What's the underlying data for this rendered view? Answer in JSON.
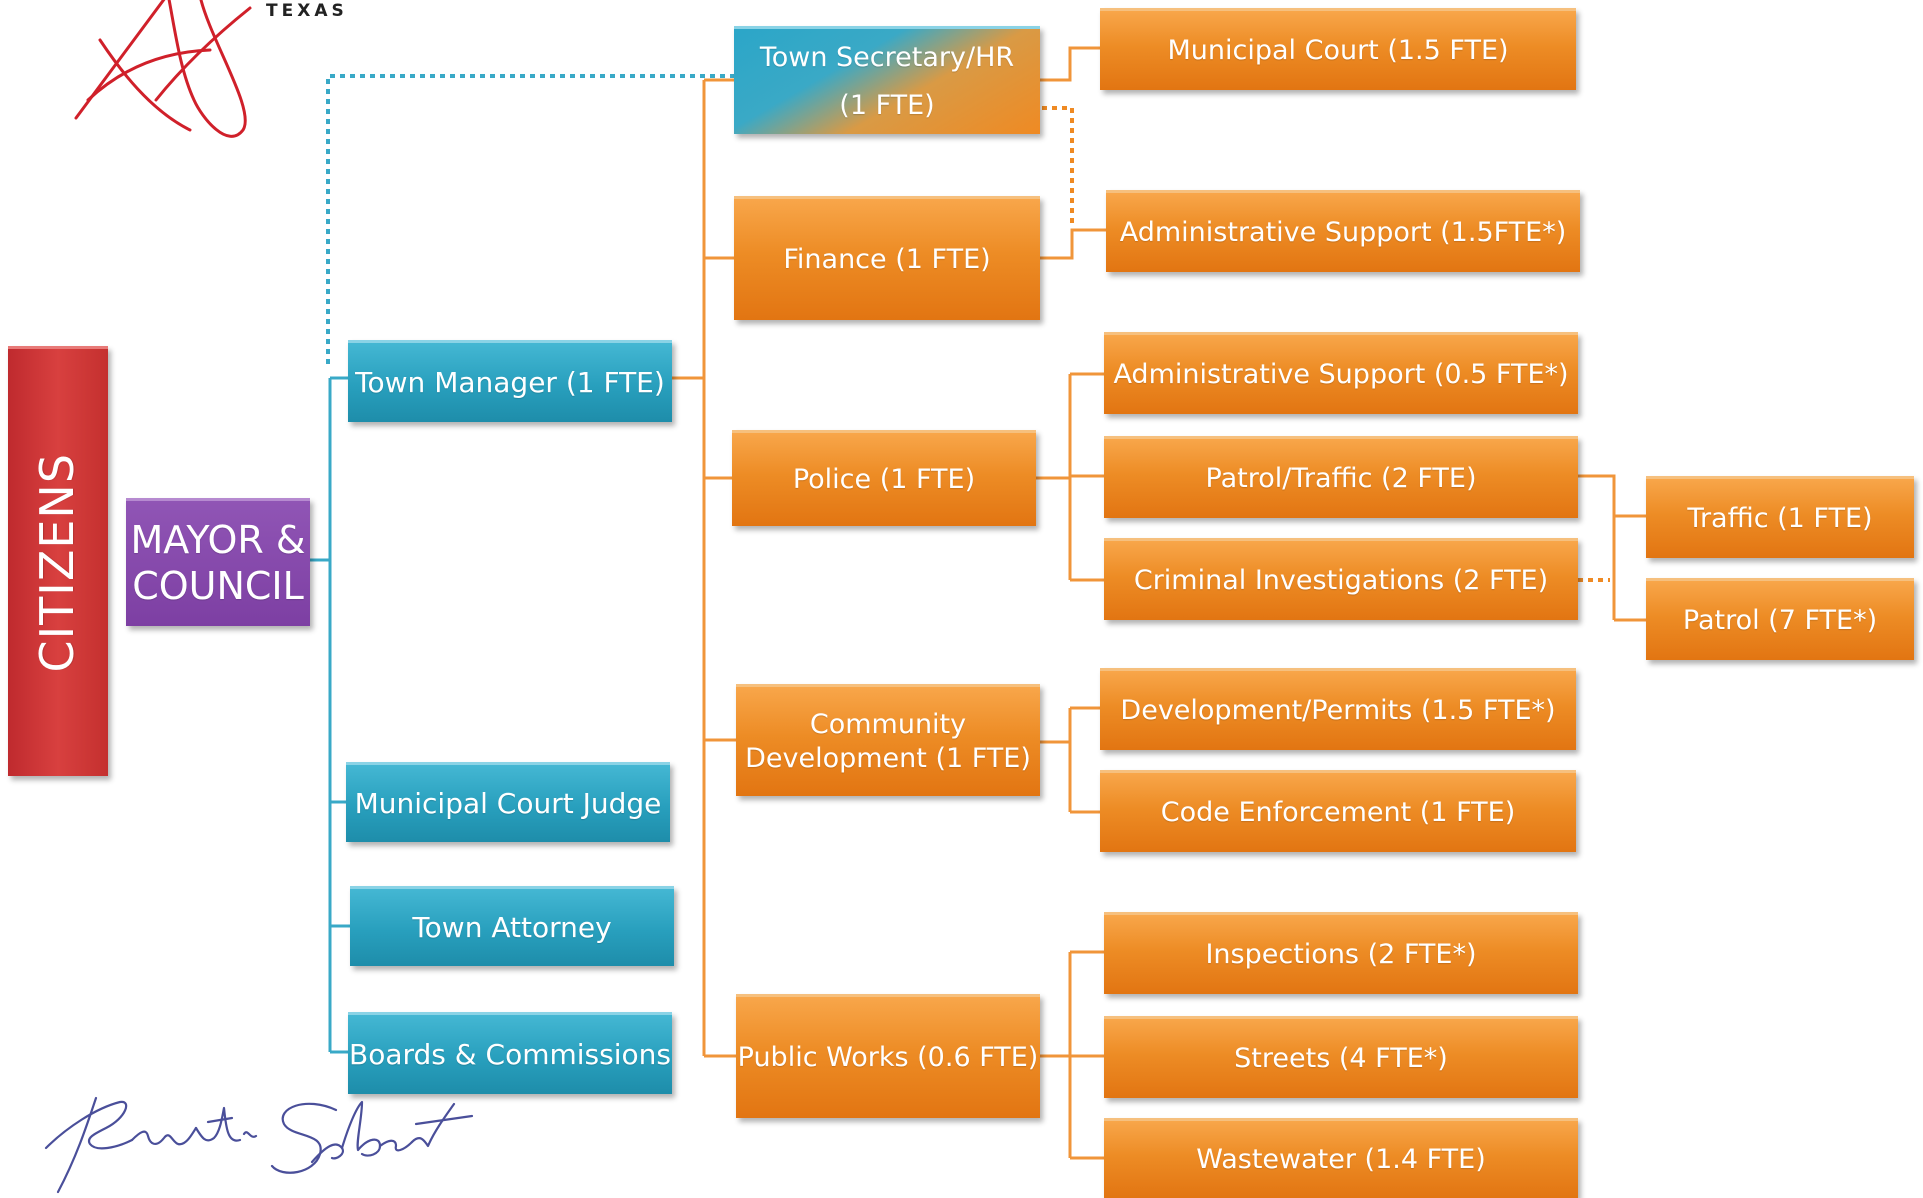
{
  "logo": {
    "wordmark": "TEXAS"
  },
  "signature": {
    "text": "Kristi Gebert"
  },
  "nodes": {
    "citizens": "CITIZENS",
    "mayor_council": {
      "line1": "MAYOR &",
      "line2": "COUNCIL"
    },
    "town_manager": "Town Manager (1 FTE)",
    "municipal_court_judge": "Municipal Court Judge",
    "town_attorney": "Town Attorney",
    "boards_commissions": "Boards & Commissions",
    "town_secretary": {
      "line1": "Town Secretary/HR",
      "line2": "(1 FTE)"
    },
    "finance": "Finance (1 FTE)",
    "police": "Police (1 FTE)",
    "community_development": {
      "line1": "Community",
      "line2": "Development (1 FTE)"
    },
    "public_works": "Public Works (0.6 FTE)",
    "municipal_court": "Municipal Court (1.5 FTE)",
    "admin_support_finance": "Administrative Support (1.5FTE*)",
    "admin_support_police": "Administrative Support (0.5 FTE*)",
    "patrol_traffic": "Patrol/Traffic (2 FTE)",
    "criminal_investigations": "Criminal Investigations (2 FTE)",
    "traffic": "Traffic (1 FTE)",
    "patrol": "Patrol (7 FTE*)",
    "development_permits": "Development/Permits (1.5 FTE*)",
    "code_enforcement": "Code Enforcement (1 FTE)",
    "inspections": "Inspections (2 FTE*)",
    "streets": "Streets (4 FTE*)",
    "wastewater": "Wastewater (1.4 FTE)"
  },
  "colors": {
    "orange": "#ef8a23",
    "teal": "#289fbd",
    "purple": "#7d3fa3",
    "red": "#c4302f",
    "logo_red": "#d0202a"
  }
}
